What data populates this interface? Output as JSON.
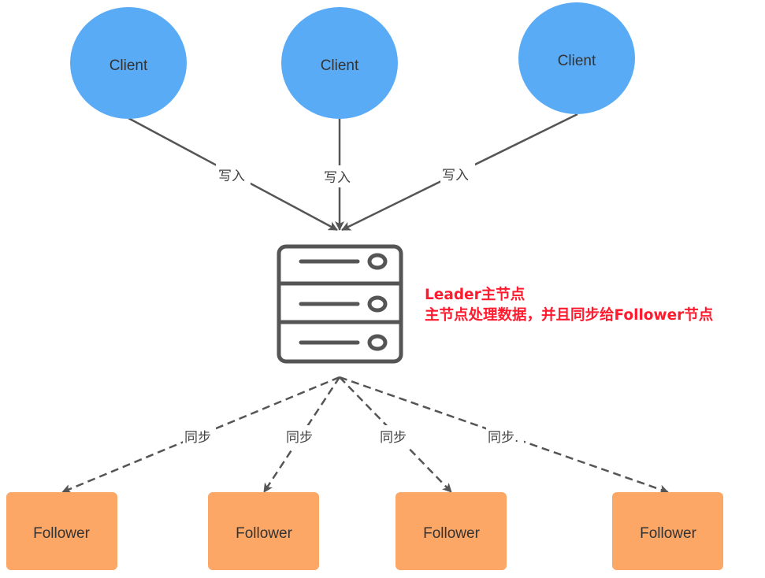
{
  "diagram": {
    "colors": {
      "client_fill": "#5aabf5",
      "follower_fill": "#fda766",
      "edge": "#555555",
      "note": "#ff1a2e",
      "server_icon": "#555555"
    },
    "clients": [
      {
        "id": "client-1",
        "label": "Client"
      },
      {
        "id": "client-2",
        "label": "Client"
      },
      {
        "id": "client-3",
        "label": "Client"
      }
    ],
    "leader": {
      "icon": "server-icon",
      "note_line1": "Leader主节点",
      "note_line2": "主节点处理数据，并且同步给Follower节点"
    },
    "followers": [
      {
        "id": "follower-1",
        "label": "Follower"
      },
      {
        "id": "follower-2",
        "label": "Follower"
      },
      {
        "id": "follower-3",
        "label": "Follower"
      },
      {
        "id": "follower-4",
        "label": "Follower"
      }
    ],
    "write_edges": [
      {
        "from": "client-1",
        "to": "leader",
        "label": "写入",
        "style": "solid"
      },
      {
        "from": "client-2",
        "to": "leader",
        "label": "写入",
        "style": "solid"
      },
      {
        "from": "client-3",
        "to": "leader",
        "label": "写入",
        "style": "solid"
      }
    ],
    "sync_edges": [
      {
        "from": "leader",
        "to": "follower-1",
        "label": "同步",
        "style": "dashed"
      },
      {
        "from": "leader",
        "to": "follower-2",
        "label": "同步",
        "style": "dashed"
      },
      {
        "from": "leader",
        "to": "follower-3",
        "label": "同步",
        "style": "dashed"
      },
      {
        "from": "leader",
        "to": "follower-4",
        "label": "同步.",
        "style": "dashed"
      }
    ]
  }
}
